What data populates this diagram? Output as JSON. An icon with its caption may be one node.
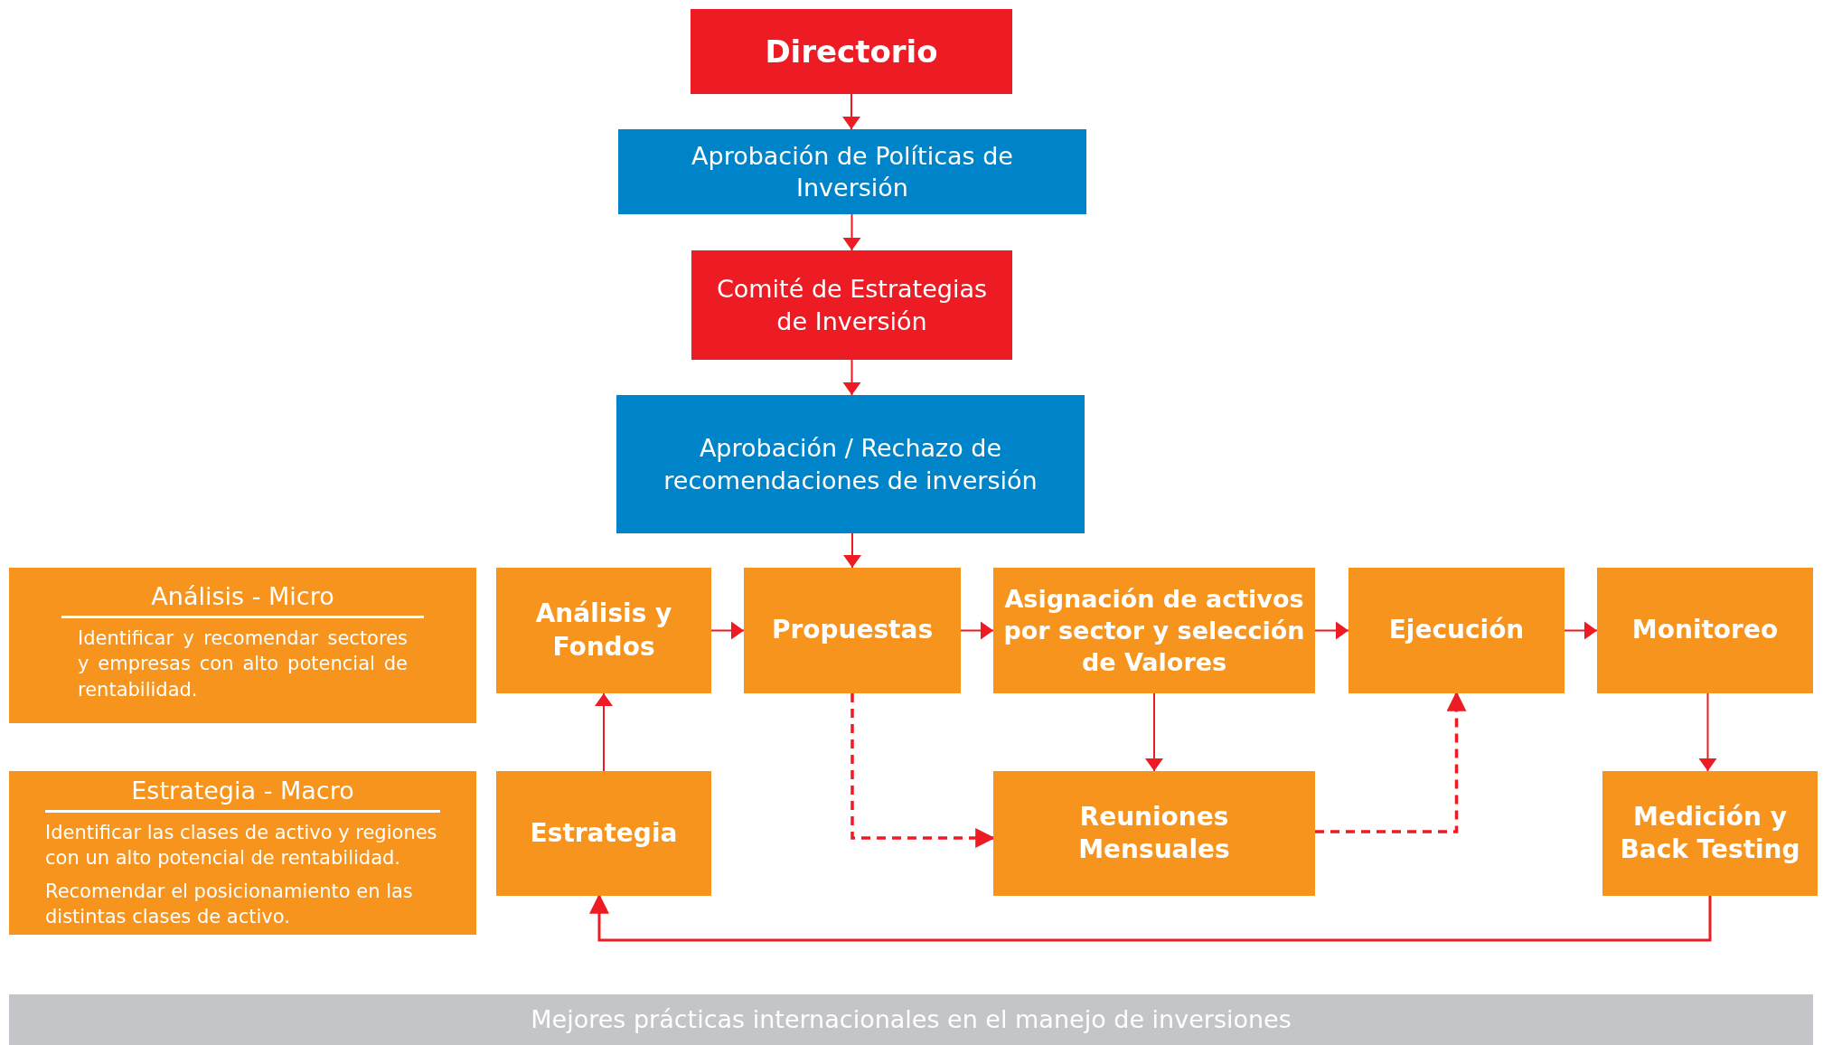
{
  "diagram": {
    "nodes": [
      {
        "text": [
          "Directorio"
        ]
      },
      {
        "text": [
          "Aprobación de Políticas de Inversión"
        ]
      },
      {
        "text": [
          "Comité de Estrategias de Inversión"
        ]
      },
      {
        "text": [
          "Aprobación / Rechazo de recomendaciones de inversión"
        ]
      },
      {
        "text": [
          "Análisis -  Micro",
          "Identificar y recomendar sectores y empresas con alto potencial de rentabilidad."
        ]
      },
      {
        "text": [
          "Análisis y Fondos"
        ]
      },
      {
        "text": [
          "Propuestas"
        ]
      },
      {
        "text": [
          "Asignación de activos por sector y selección de Valores"
        ]
      },
      {
        "text": [
          "Ejecución"
        ]
      },
      {
        "text": [
          "Monitoreo"
        ]
      },
      {
        "text": [
          "Estrategia - Macro",
          "Identificar las clases de activo y regiones con un alto potencial de rentabilidad.",
          "Recomendar el posicionamiento en las distintas clases de activo."
        ]
      },
      {
        "text": [
          "Estrategia"
        ]
      },
      {
        "text": [
          "Reuniones Mensuales"
        ]
      },
      {
        "text": [
          "Medición y Back Testing"
        ]
      },
      {
        "text": [
          "Mejores prácticas internacionales en el manejo de inversiones"
        ]
      }
    ],
    "edges": [
      {
        "from": 0,
        "to": 1,
        "arrow": "to"
      },
      {
        "from": 1,
        "to": 2,
        "arrow": "to"
      },
      {
        "from": 2,
        "to": 3,
        "arrow": "to"
      },
      {
        "from": 3,
        "to": 6,
        "arrow": "to"
      },
      {
        "from": 5,
        "to": 6,
        "arrow": "to"
      },
      {
        "from": 6,
        "to": 7,
        "arrow": "to"
      },
      {
        "from": 7,
        "to": 8,
        "arrow": "to"
      },
      {
        "from": 8,
        "to": 9,
        "arrow": "to"
      },
      {
        "from": 11,
        "to": 5,
        "arrow": "to"
      },
      {
        "from": 7,
        "to": 12,
        "arrow": "to"
      },
      {
        "from": 9,
        "to": 13,
        "arrow": "to"
      },
      {
        "from": 6,
        "to": 12,
        "arrow": "to",
        "style": "dashed"
      },
      {
        "from": 12,
        "to": 8,
        "arrow": "to",
        "style": "dashed"
      },
      {
        "from": 13,
        "to": 11,
        "arrow": "to"
      }
    ]
  }
}
